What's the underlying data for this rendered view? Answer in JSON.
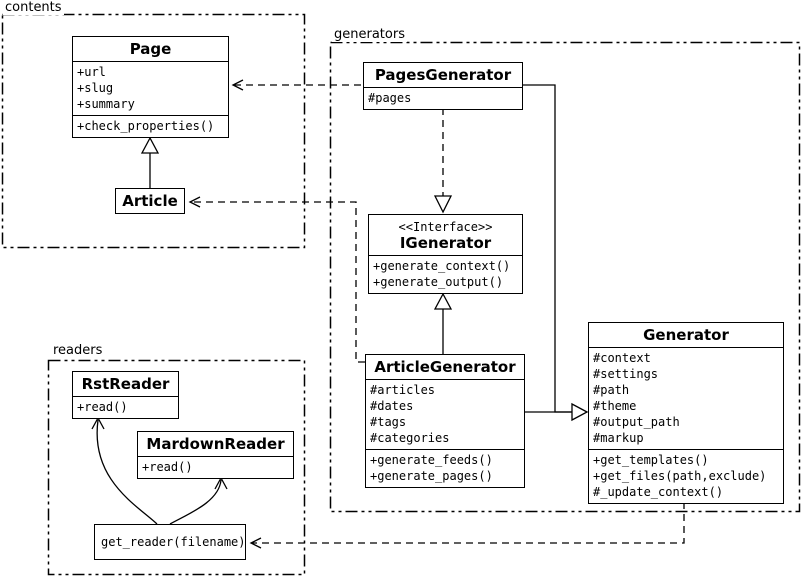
{
  "packages": {
    "contents": "contents",
    "generators": "generators",
    "readers": "readers"
  },
  "classes": {
    "page": {
      "title": "Page",
      "attrs": [
        "+url",
        "+slug",
        "+summary"
      ],
      "methods": [
        "+check_properties()"
      ]
    },
    "article": {
      "title": "Article"
    },
    "pagesGenerator": {
      "title": "PagesGenerator",
      "attrs": [
        "#pages"
      ]
    },
    "iGenerator": {
      "stereotype": "<<Interface>>",
      "title": "IGenerator",
      "methods": [
        "+generate_context()",
        "+generate_output()"
      ]
    },
    "articleGenerator": {
      "title": "ArticleGenerator",
      "attrs": [
        "#articles",
        "#dates",
        "#tags",
        "#categories"
      ],
      "methods": [
        "+generate_feeds()",
        "+generate_pages()"
      ]
    },
    "generator": {
      "title": "Generator",
      "attrs": [
        "#context",
        "#settings",
        "#path",
        "#theme",
        "#output_path",
        "#markup"
      ],
      "methods": [
        "+get_templates()",
        "+get_files(path,exclude)",
        "#_update_context()"
      ]
    },
    "rstReader": {
      "title": "RstReader",
      "methods": [
        "+read()"
      ]
    },
    "markdownReader": {
      "title": "MardownReader",
      "methods": [
        "+read()"
      ]
    },
    "getReader": {
      "title": "get_reader(filename)"
    }
  },
  "colors": {
    "line": "#000000",
    "background": "#ffffff"
  }
}
